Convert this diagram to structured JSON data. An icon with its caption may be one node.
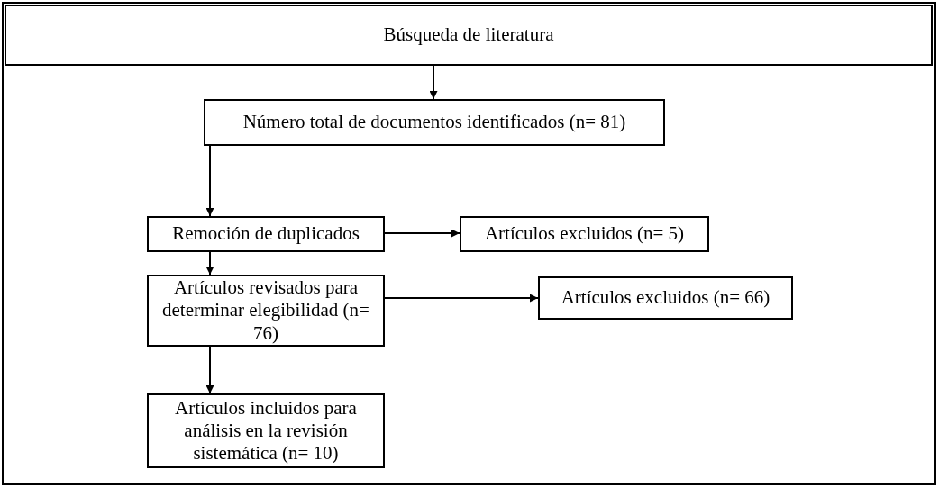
{
  "diagram": {
    "nodes": [
      {
        "text": [
          "Búsqueda de literatura"
        ]
      },
      {
        "text": [
          "Número total de documentos identificados (n= 81)"
        ]
      },
      {
        "text": [
          "Remoción de duplicados"
        ]
      },
      {
        "text": [
          "Artículos excluidos (n= 5)"
        ]
      },
      {
        "text": [
          "Artículos revisados para determinar elegibilidad (n= 76)"
        ]
      },
      {
        "text": [
          "Artículos excluidos (n= 66)"
        ]
      },
      {
        "text": [
          "Artículos incluidos para análisis en la revisión sistemática (n= 10)"
        ]
      }
    ],
    "edges": [
      {
        "from": 0,
        "to": 1,
        "arrow": "to"
      },
      {
        "from": 1,
        "to": 2,
        "arrow": "to"
      },
      {
        "from": 2,
        "to": 3,
        "arrow": "to"
      },
      {
        "from": 2,
        "to": 4,
        "arrow": "to"
      },
      {
        "from": 4,
        "to": 5,
        "arrow": "to"
      },
      {
        "from": 4,
        "to": 6,
        "arrow": "to"
      }
    ]
  }
}
